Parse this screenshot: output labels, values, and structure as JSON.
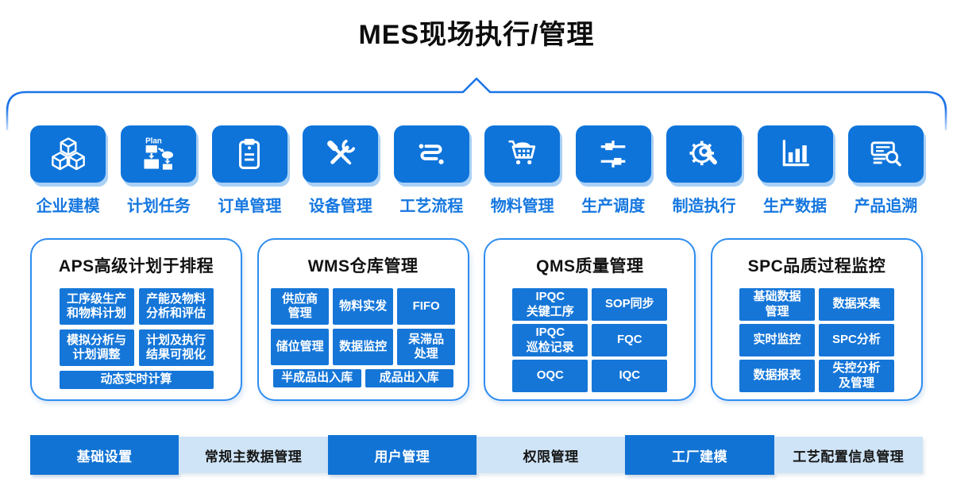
{
  "title": "MES现场执行/管理",
  "colors": {
    "tile_blue": "#0e74da",
    "cell_blue": "#1576d8",
    "label_blue": "#1577e0",
    "outline_blue": "#2e8df0",
    "bottom_dark": "#1173d4",
    "bottom_light": "#cfe4f7"
  },
  "icon_row": {
    "items": [
      {
        "icon": "cubes-icon",
        "label": "企业建模"
      },
      {
        "icon": "plan-flowchart-icon",
        "label": "计划任务"
      },
      {
        "icon": "clipboard-icon",
        "label": "订单管理"
      },
      {
        "icon": "tools-icon",
        "label": "设备管理"
      },
      {
        "icon": "process-flow-icon",
        "label": "工艺流程"
      },
      {
        "icon": "cart-icon",
        "label": "物料管理"
      },
      {
        "icon": "sliders-icon",
        "label": "生产调度"
      },
      {
        "icon": "gear-wrench-icon",
        "label": "制造执行"
      },
      {
        "icon": "bar-chart-icon",
        "label": "生产数据"
      },
      {
        "icon": "search-document-icon",
        "label": "产品追溯"
      }
    ]
  },
  "modules": [
    {
      "title": "APS高级计划于排程",
      "cells": [
        "工序级生产\n和物料计划",
        "产能及物料\n分析和评估",
        "模拟分析与\n计划调整",
        "计划及执行\n结果可视化"
      ],
      "full_row": "动态实时计算"
    },
    {
      "title": "WMS仓库管理",
      "cells": [
        "供应商\n管理",
        "物料实发",
        "FIFO",
        "储位管理",
        "数据监控",
        "呆滞品\n处理"
      ],
      "bottom_cells": [
        "半成品出入库",
        "成品出入库"
      ]
    },
    {
      "title": "QMS质量管理",
      "cells": [
        "IPQC\n关键工序",
        "SOP同步",
        "IPQC\n巡检记录",
        "FQC",
        "OQC",
        "IQC"
      ]
    },
    {
      "title": "SPC品质过程监控",
      "cells": [
        "基础数据\n管理",
        "数据采集",
        "实时监控",
        "SPC分析",
        "数据报表",
        "失控分析\n及管理"
      ]
    }
  ],
  "bottom_bar": {
    "items": [
      {
        "label": "基础设置",
        "style": "dark"
      },
      {
        "label": "常规主数据管理",
        "style": "light"
      },
      {
        "label": "用户管理",
        "style": "dark"
      },
      {
        "label": "权限管理",
        "style": "light"
      },
      {
        "label": "工厂建模",
        "style": "dark"
      },
      {
        "label": "工艺配置信息管理",
        "style": "light"
      }
    ]
  }
}
